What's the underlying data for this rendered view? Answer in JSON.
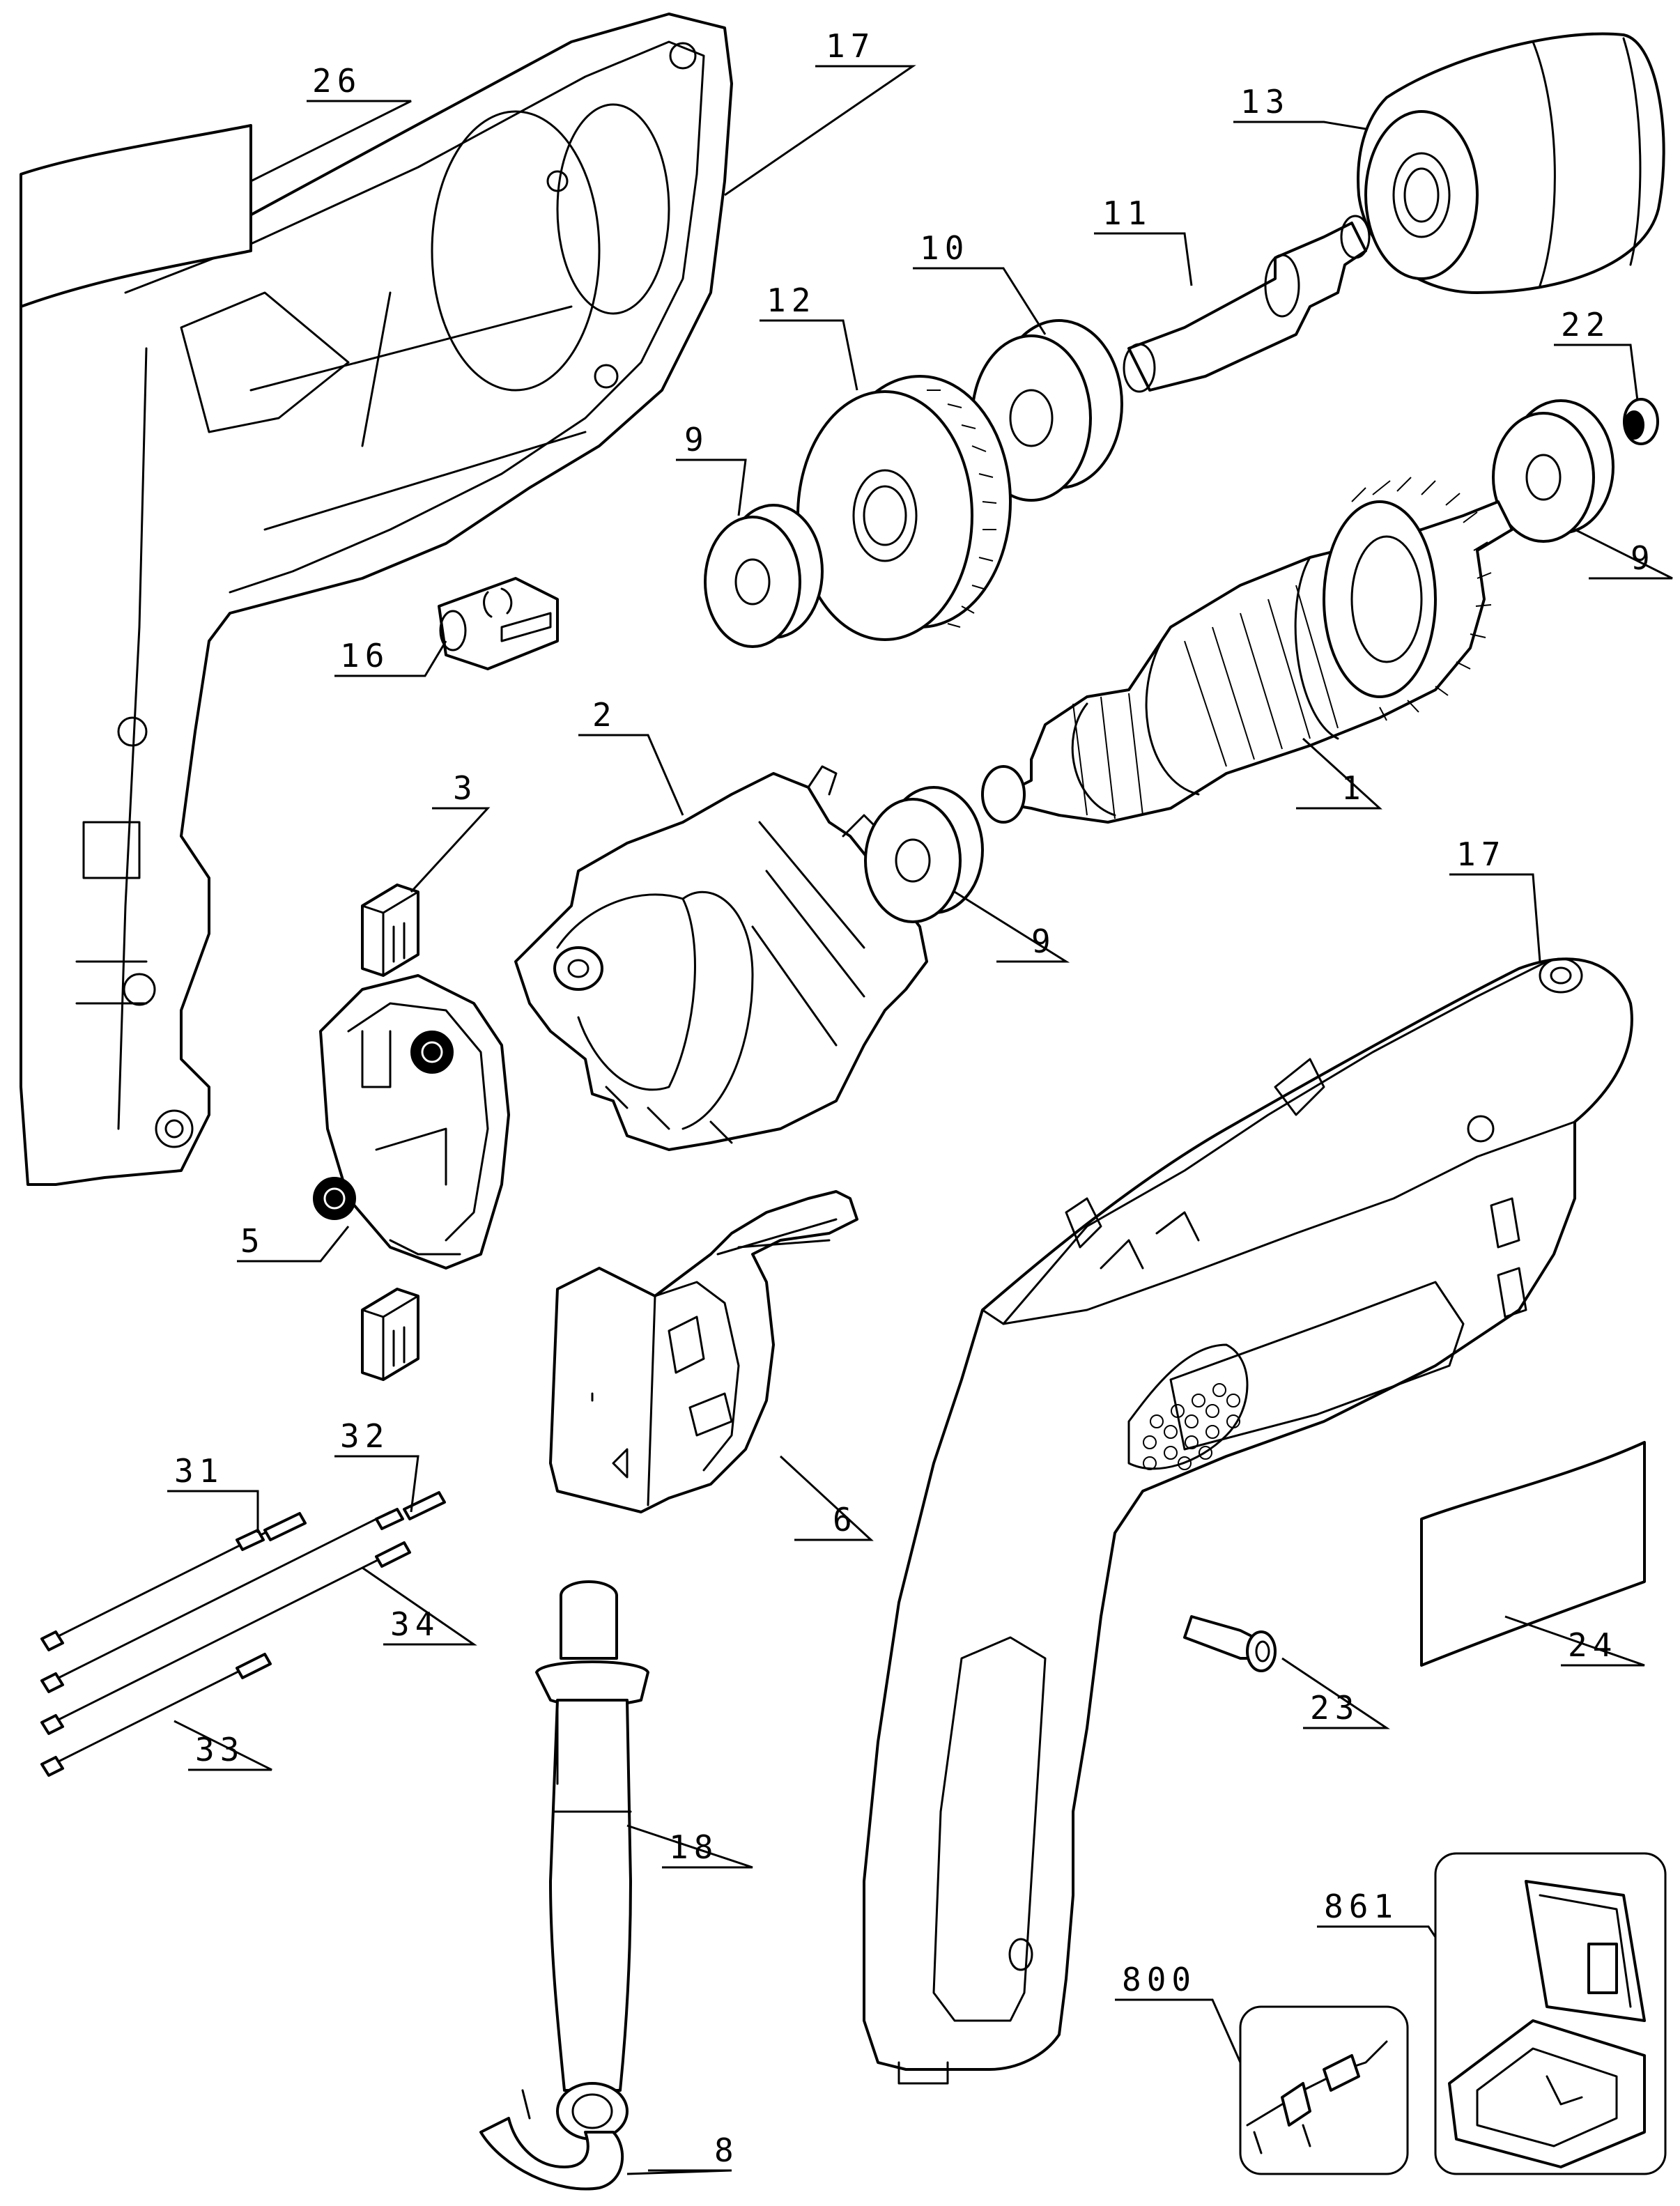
{
  "diagram": {
    "type": "exploded-parts-diagram",
    "callouts": [
      {
        "id": "c26",
        "label": "26"
      },
      {
        "id": "c17a",
        "label": "17"
      },
      {
        "id": "c13",
        "label": "13"
      },
      {
        "id": "c11",
        "label": "11"
      },
      {
        "id": "c10",
        "label": "10"
      },
      {
        "id": "c12",
        "label": "12"
      },
      {
        "id": "c22",
        "label": "22"
      },
      {
        "id": "c9a",
        "label": "9"
      },
      {
        "id": "c9b",
        "label": "9"
      },
      {
        "id": "c16",
        "label": "16"
      },
      {
        "id": "c2",
        "label": "2"
      },
      {
        "id": "c1",
        "label": "1"
      },
      {
        "id": "c3",
        "label": "3"
      },
      {
        "id": "c9c",
        "label": "9"
      },
      {
        "id": "c17b",
        "label": "17"
      },
      {
        "id": "c5",
        "label": "5"
      },
      {
        "id": "c6",
        "label": "6"
      },
      {
        "id": "c32",
        "label": "32"
      },
      {
        "id": "c31",
        "label": "31"
      },
      {
        "id": "c34",
        "label": "34"
      },
      {
        "id": "c33",
        "label": "33"
      },
      {
        "id": "c18",
        "label": "18"
      },
      {
        "id": "c23",
        "label": "23"
      },
      {
        "id": "c24",
        "label": "24"
      },
      {
        "id": "c861",
        "label": "861"
      },
      {
        "id": "c800",
        "label": "800"
      },
      {
        "id": "c8",
        "label": "8"
      }
    ]
  }
}
